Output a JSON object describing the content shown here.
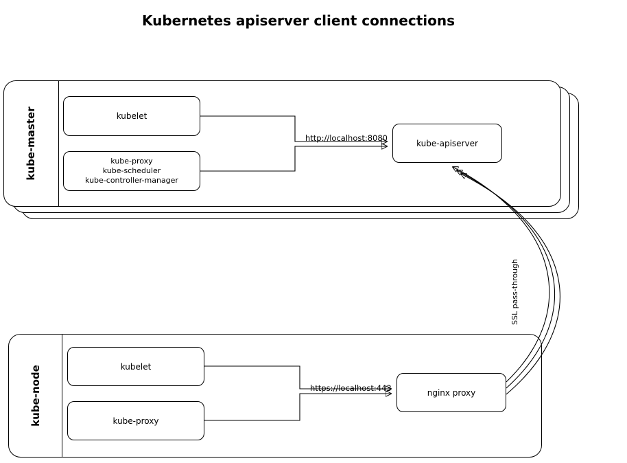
{
  "diagram": {
    "title": "Kubernetes apiserver client connections"
  },
  "master": {
    "group_label": "kube-master",
    "kubelet": "kubelet",
    "services": "kube-proxy\nkube-scheduler\nkube-controller-manager",
    "apiserver": "kube-apiserver",
    "edge_label": "http://localhost:8080"
  },
  "node": {
    "group_label": "kube-node",
    "kubelet": "kubelet",
    "proxy": "kube-proxy",
    "nginx": "nginx proxy",
    "edge_label": "https://localhost:443"
  },
  "ssl": {
    "label": "SSL pass-through"
  }
}
